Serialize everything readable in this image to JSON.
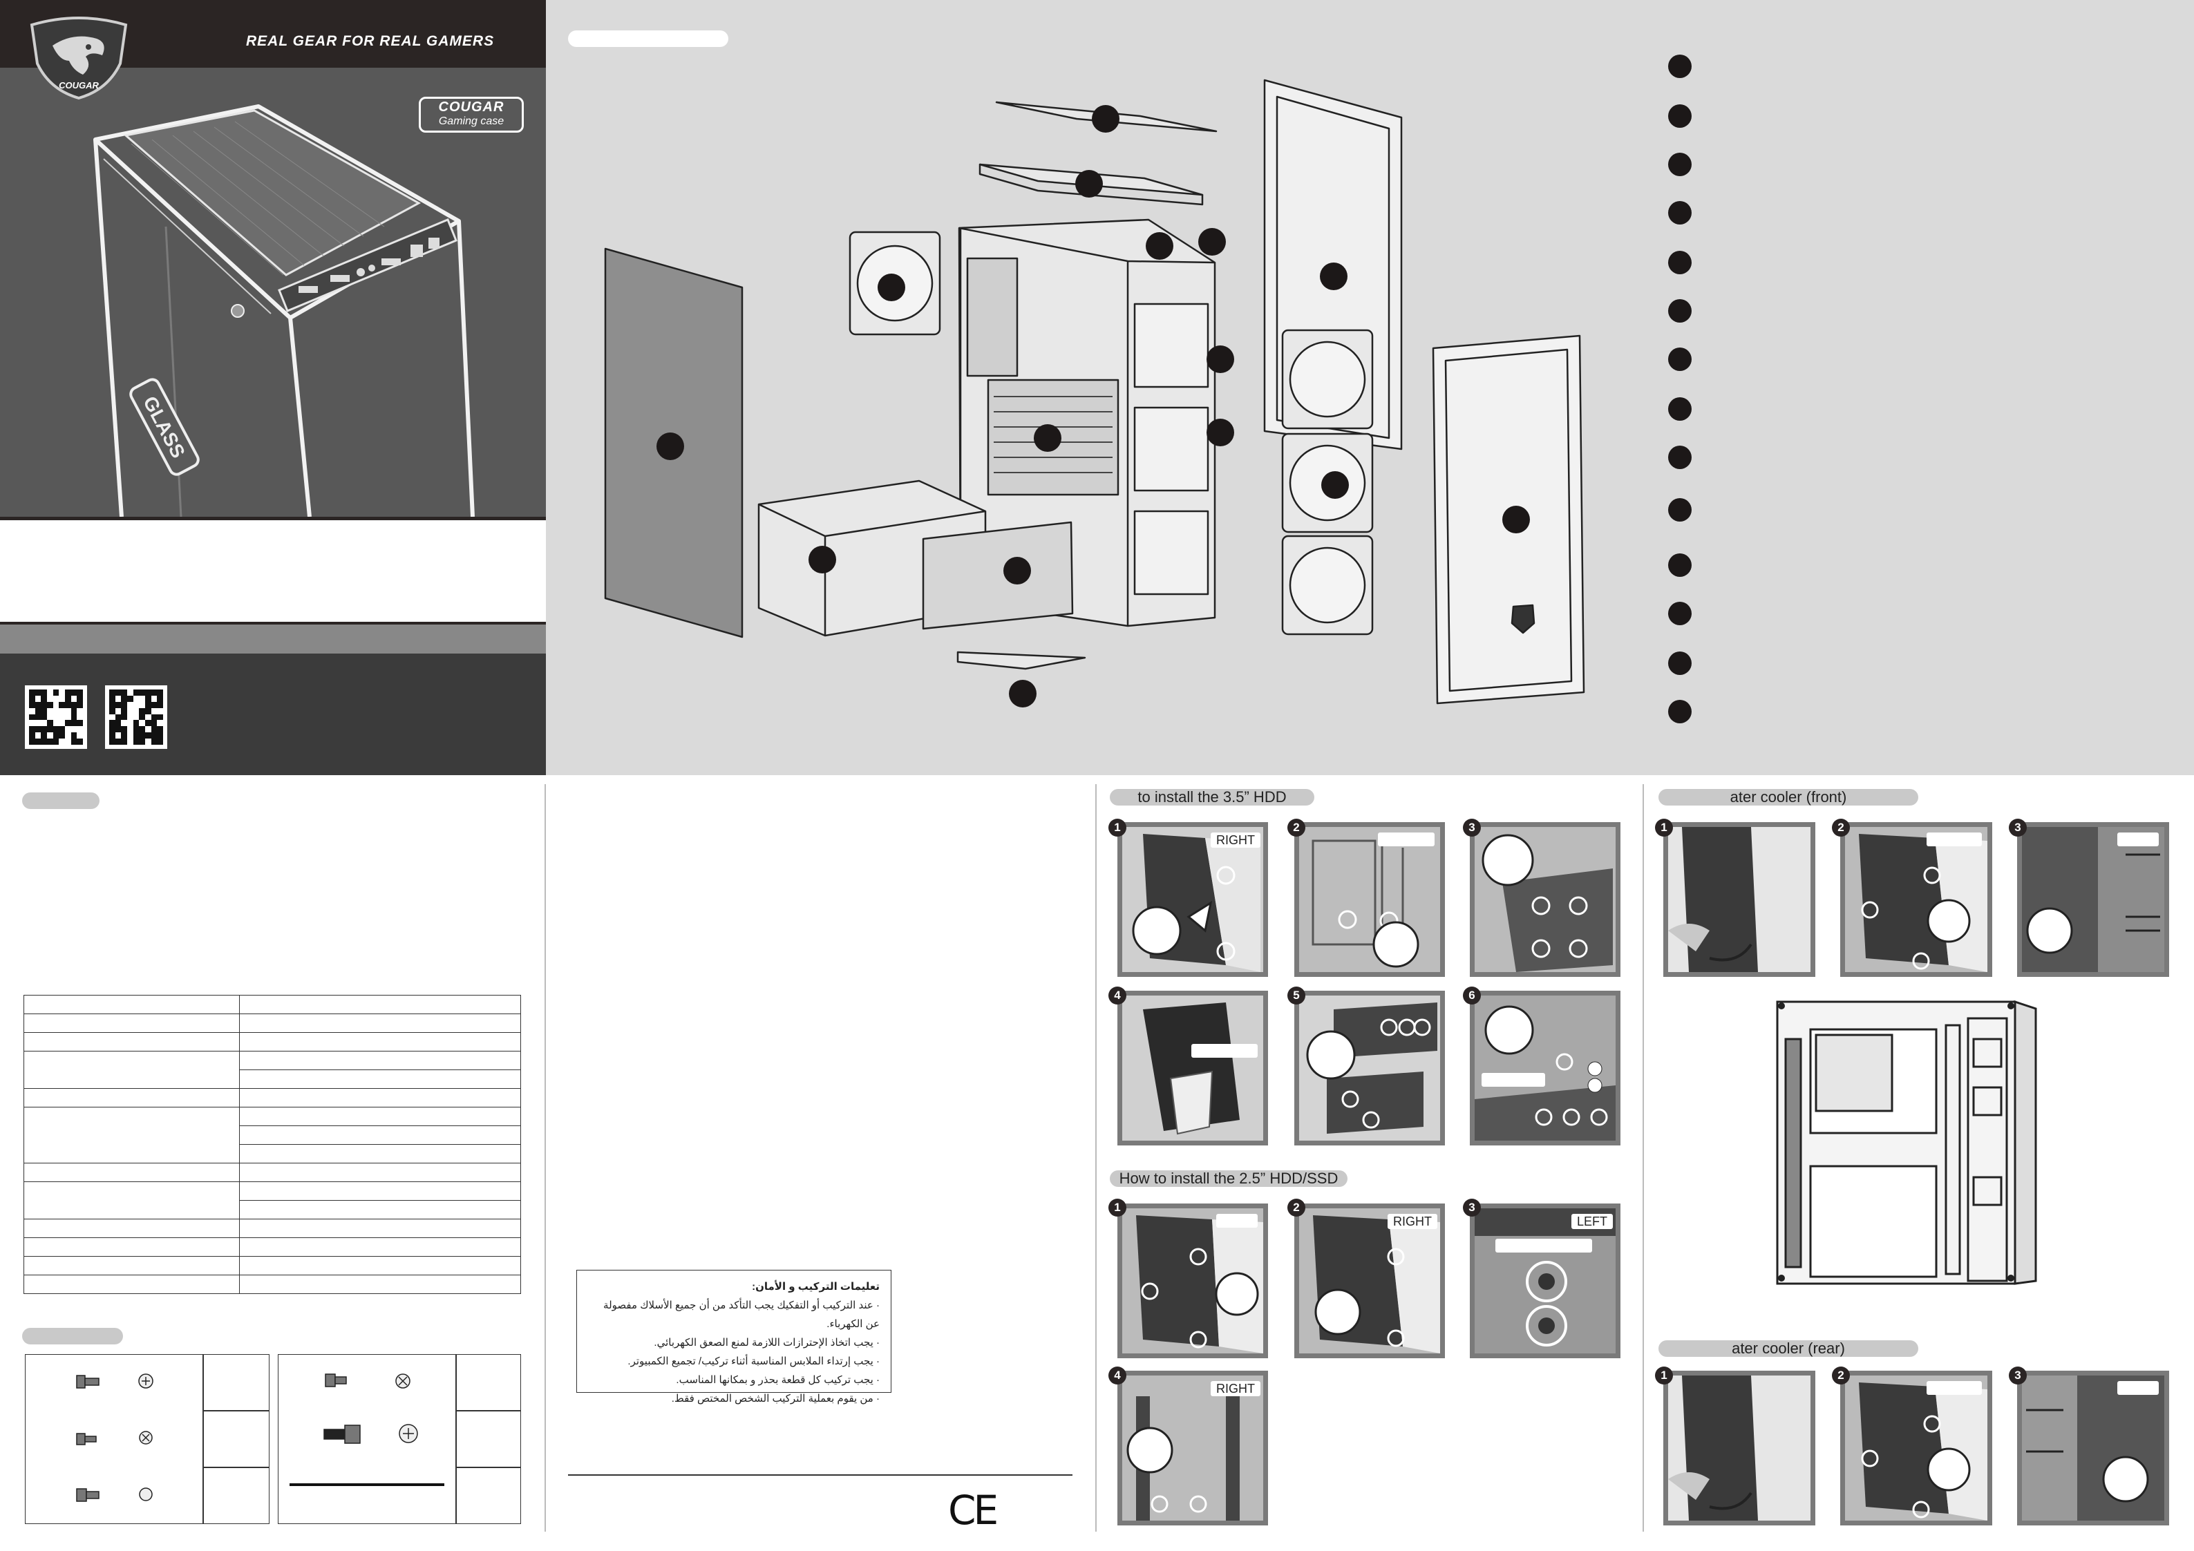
{
  "cover": {
    "brand": "COUGAR",
    "tagline": "REAL GEAR FOR REAL GAMERS",
    "badge_line1": "COUGAR",
    "badge_line2": "Gaming case",
    "case_label": "GLASS"
  },
  "exploded": {
    "part_markers": 15,
    "legend_markers": 14
  },
  "sections": {
    "hdd35_title": "to install the 3.5” HDD",
    "hdd25_title": "How to install the 2.5” HDD/SSD",
    "wc_front_title": "ater cooler (front)",
    "wc_rear_title": "ater cooler (rear)"
  },
  "hdd35_steps": [
    {
      "num": "1",
      "tag": "RIGHT"
    },
    {
      "num": "2",
      "tag": ""
    },
    {
      "num": "3",
      "tag": ""
    },
    {
      "num": "4",
      "tag": ""
    },
    {
      "num": "5",
      "tag": ""
    },
    {
      "num": "6",
      "tag": ""
    }
  ],
  "hdd25_steps": [
    {
      "num": "1",
      "tag": ""
    },
    {
      "num": "2",
      "tag": "RIGHT"
    },
    {
      "num": "3",
      "tag": "LEFT"
    },
    {
      "num": "4",
      "tag": "RIGHT"
    }
  ],
  "wc_front_steps": [
    "1",
    "2",
    "3"
  ],
  "wc_rear_steps": [
    "1",
    "2",
    "3"
  ],
  "arabic": {
    "heading": "تعليمات التركيب و الأمان:",
    "lines": [
      "· عند التركيب أو التفكيك يجب التأكد من أن جميع الأسلاك مفصولة عن الكهرباء.",
      "· يجب اتخاذ الإحترازات اللازمة لمنع الصعق الكهربائي.",
      "· يجب إرتداء الملابس المناسبة أثناء تركيب/ تجميع الكمبيوتر.",
      "· يجب تركيب كل قطعة بحذر و بمكانها المناسب.",
      "· من يقوم بعملية التركيب الشخص المختص فقط."
    ]
  },
  "certification": "CE",
  "colors": {
    "cover_dark": "#2b2524",
    "cover_grey": "#585858",
    "exploded_bg": "#dadada",
    "marker": "#1c1818",
    "photo_frame": "#7a7a7a"
  }
}
